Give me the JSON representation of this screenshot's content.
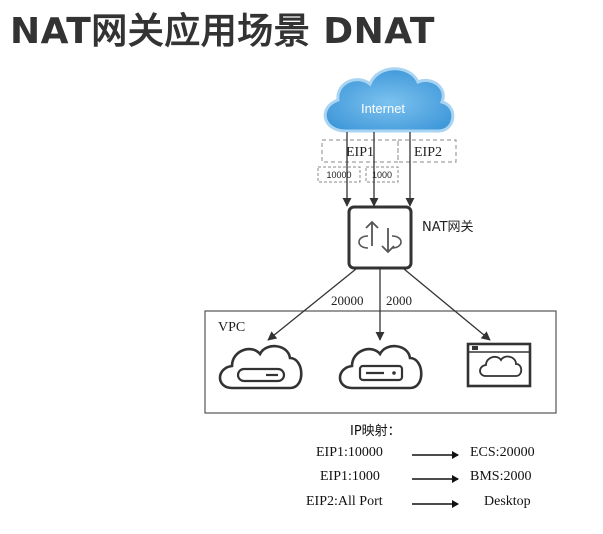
{
  "title": "NAT网关应用场景 DNAT",
  "diagram": {
    "internet_label": "Internet",
    "eip1_label": "EIP1",
    "eip2_label": "EIP2",
    "port_10000": "10000",
    "port_1000": "1000",
    "nat_label": "NAT网关",
    "vpc_label": "VPC",
    "link_20000": "20000",
    "link_2000": "2000"
  },
  "mapping": {
    "title": "IP映射：",
    "rows": [
      {
        "src": "EIP1:10000",
        "dst": "ECS:20000"
      },
      {
        "src": "EIP1:1000",
        "dst": "BMS:2000"
      },
      {
        "src": "EIP2:All Port",
        "dst": "Desktop"
      }
    ]
  },
  "colors": {
    "cloud_fill": "#5aaee6",
    "cloud_light": "#a9d4f2",
    "stroke": "#333333",
    "title": "#333333"
  },
  "icons": [
    "cloud-icon",
    "nat-gateway-icon",
    "ecs-icon",
    "bms-icon",
    "desktop-icon"
  ]
}
